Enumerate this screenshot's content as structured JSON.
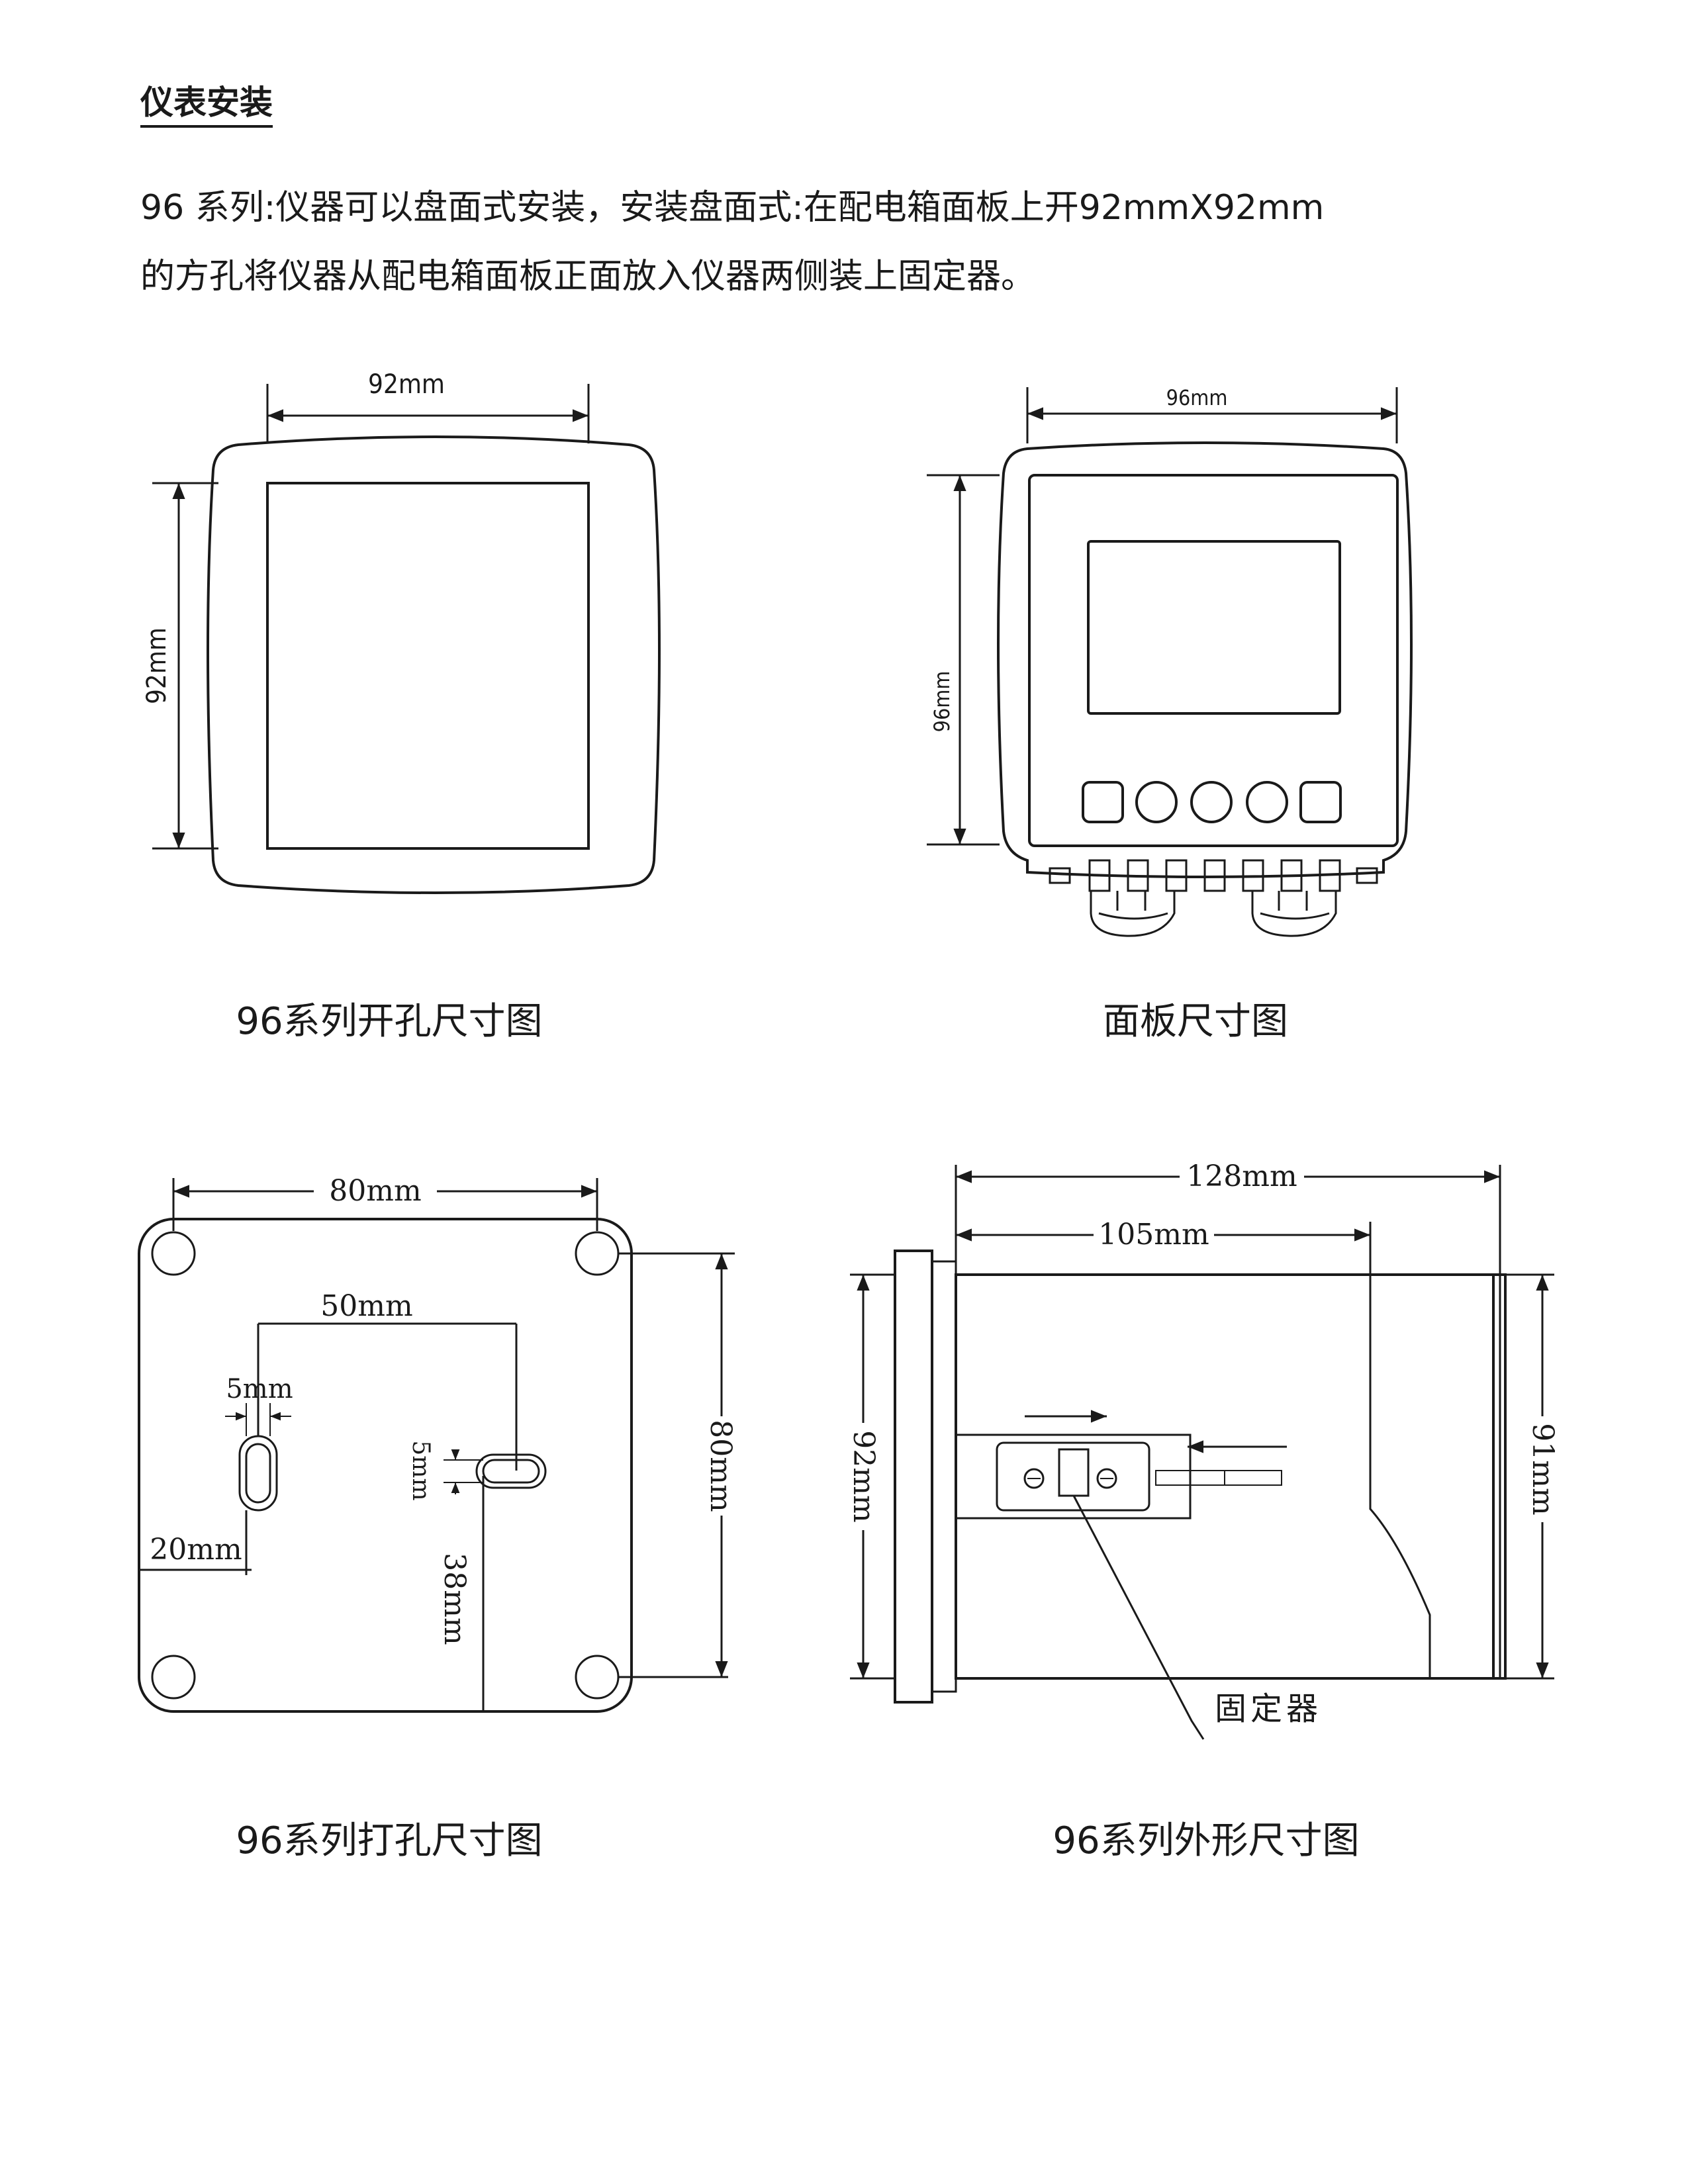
{
  "heading": "仪表安装",
  "paragraph": {
    "line1": "96 系列:仪器可以盘面式安装，安装盘面式:在配电箱面板上开92mmX92mm",
    "line2": "的方孔将仪器从配电箱面板正面放入仪器两侧装上固定器。"
  },
  "figures": {
    "cutout": {
      "caption": "96系列开孔尺寸图",
      "width_label": "92mm",
      "height_label": "92mm"
    },
    "panel": {
      "caption": "面板尺寸图",
      "width_label": "96mm",
      "height_label": "96mm"
    },
    "drilling": {
      "caption": "96系列打孔尺寸图",
      "width_label": "80mm",
      "height_label": "80mm",
      "spacing_label": "50mm",
      "slot_width_label": "5mm",
      "slot_height_label": "5mm",
      "left_offset_label": "20mm",
      "bottom_offset_label": "38mm"
    },
    "outline": {
      "caption": "96系列外形尺寸图",
      "total_depth_label": "128mm",
      "body_depth_label": "105mm",
      "front_height_label": "92mm",
      "rear_height_label": "91mm",
      "fixer_label": "固定器"
    }
  }
}
